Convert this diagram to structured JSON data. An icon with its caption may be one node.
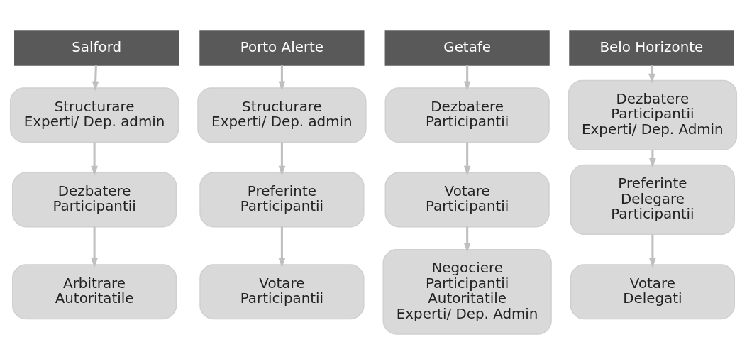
{
  "diagram": {
    "nodes": [
      {
        "text": [
          "Salford"
        ]
      },
      {
        "text": [
          "Structurare",
          "Experti/ Dep. admin"
        ]
      },
      {
        "text": [
          "Dezbatere",
          "Participantii"
        ]
      },
      {
        "text": [
          "Arbitrare",
          "Autoritatile"
        ]
      },
      {
        "text": [
          "Porto Alerte"
        ]
      },
      {
        "text": [
          "Structurare",
          "Experti/ Dep. admin"
        ]
      },
      {
        "text": [
          "Preferinte",
          "Participantii"
        ]
      },
      {
        "text": [
          "Votare",
          "Participantii"
        ]
      },
      {
        "text": [
          "Getafe"
        ]
      },
      {
        "text": [
          "Dezbatere",
          "Participantii"
        ]
      },
      {
        "text": [
          "Votare",
          "Participantii"
        ]
      },
      {
        "text": [
          "Negociere",
          "Participantii",
          "Autoritatile",
          "Experti/ Dep. Admin"
        ]
      },
      {
        "text": [
          "Belo Horizonte"
        ]
      },
      {
        "text": [
          "Dezbatere",
          "Participantii",
          "Experti/ Dep. Admin"
        ]
      },
      {
        "text": [
          "Preferinte",
          "Delegare",
          "Participantii"
        ]
      },
      {
        "text": [
          "Votare",
          "Delegati"
        ]
      }
    ],
    "edges": [
      {
        "from": 0,
        "to": 1,
        "arrow": "to"
      },
      {
        "from": 1,
        "to": 2,
        "arrow": "to"
      },
      {
        "from": 2,
        "to": 3,
        "arrow": "to"
      },
      {
        "from": 4,
        "to": 5,
        "arrow": "to"
      },
      {
        "from": 5,
        "to": 6,
        "arrow": "to"
      },
      {
        "from": 6,
        "to": 7,
        "arrow": "to"
      },
      {
        "from": 8,
        "to": 9,
        "arrow": "to"
      },
      {
        "from": 9,
        "to": 10,
        "arrow": "to"
      },
      {
        "from": 10,
        "to": 11,
        "arrow": "to"
      },
      {
        "from": 12,
        "to": 13,
        "arrow": "to"
      },
      {
        "from": 13,
        "to": 14,
        "arrow": "to"
      },
      {
        "from": 14,
        "to": 15,
        "arrow": "to"
      }
    ]
  }
}
